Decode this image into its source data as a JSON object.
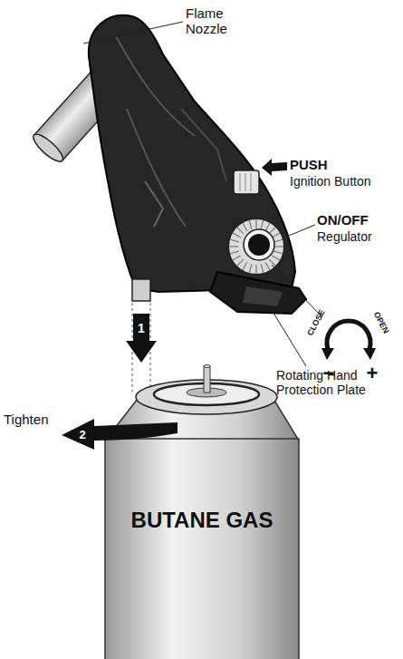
{
  "diagram": {
    "nodes": [
      {
        "text": [
          "BUTANE GAS"
        ]
      }
    ],
    "labels": [
      "Flame Nozzle",
      "PUSH",
      "Ignition Button",
      "ON/OFF",
      "Regulator",
      "CLOSE",
      "OPEN",
      "−",
      "+",
      "Rotating Hand Protection Plate",
      "Tighten",
      "1",
      "2"
    ]
  }
}
